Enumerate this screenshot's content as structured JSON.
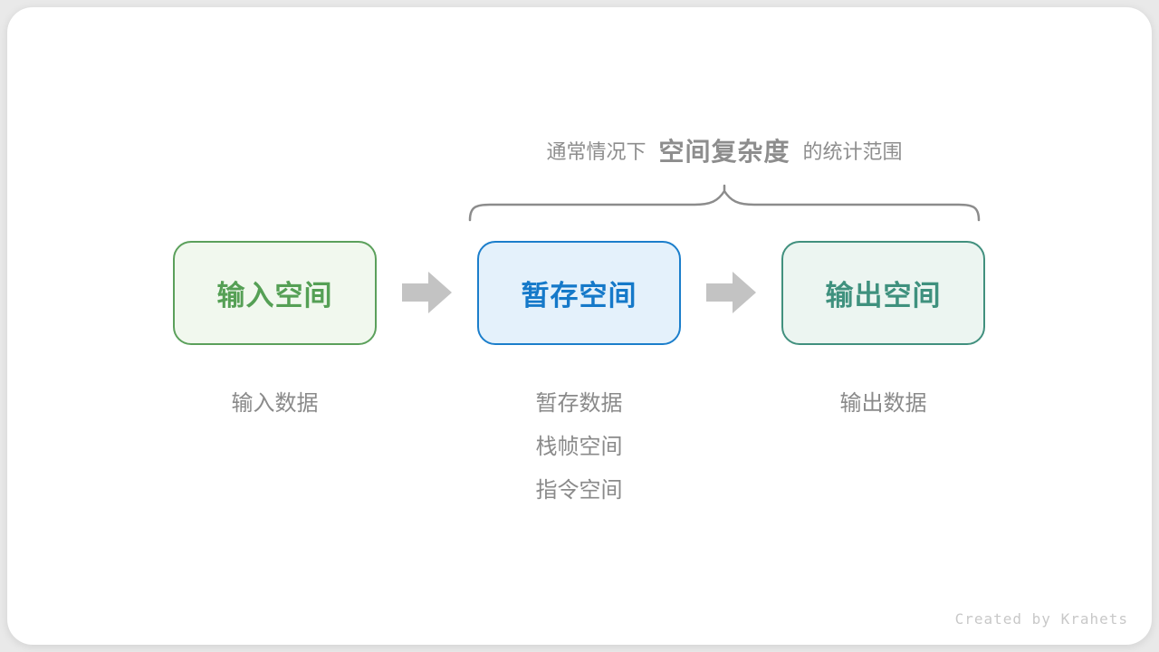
{
  "annotation": {
    "prefix": "通常情况下",
    "highlight": "空间复杂度",
    "suffix": "的统计范围"
  },
  "brace": {
    "icon": "curly-brace-top-icon",
    "color": "#8c8c8c"
  },
  "boxes": [
    {
      "name": "input-space",
      "label": "输入空间",
      "border_color": "#5ba05b",
      "fill_color": "#f1f8ee",
      "text_color": "#55a055"
    },
    {
      "name": "temporary-space",
      "label": "暂存空间",
      "border_color": "#1b7ecb",
      "fill_color": "#e4f1fb",
      "text_color": "#1579c9"
    },
    {
      "name": "output-space",
      "label": "输出空间",
      "border_color": "#41907e",
      "fill_color": "#ecf5f1",
      "text_color": "#3f917e"
    }
  ],
  "arrows": {
    "icon": "arrow-right-icon",
    "color": "#c3c3c3",
    "count": 2
  },
  "notes": {
    "input": [
      "输入数据"
    ],
    "temporary": [
      "暂存数据",
      "栈帧空间",
      "指令空间"
    ],
    "output": [
      "输出数据"
    ]
  },
  "notes_text_color": "#8a8a8a",
  "footer": {
    "credit": "Created by Krahets"
  }
}
